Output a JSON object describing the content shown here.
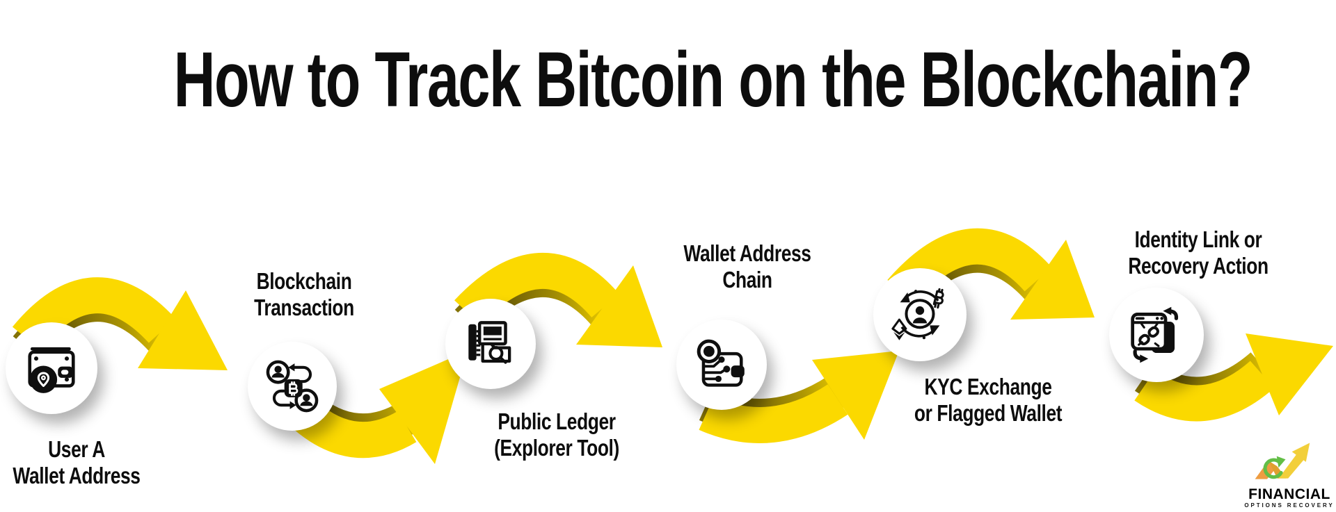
{
  "title": "How to Track Bitcoin on the Blockchain?",
  "steps": [
    {
      "icon": "wallet-location-icon",
      "lines": [
        "User A",
        "Wallet Address"
      ]
    },
    {
      "icon": "bitcoin-transaction-icon",
      "lines": [
        "Blockchain",
        "Transaction"
      ]
    },
    {
      "icon": "public-ledger-explorer-icon",
      "lines": [
        "Public Ledger",
        "(Explorer Tool)"
      ]
    },
    {
      "icon": "wallet-address-chain-icon",
      "lines": [
        "Wallet Address",
        "Chain"
      ]
    },
    {
      "icon": "kyc-exchange-icon",
      "lines": [
        "KYC Exchange",
        "or Flagged Wallet"
      ]
    },
    {
      "icon": "identity-link-icon",
      "lines": [
        "Identity Link or",
        "Recovery Action"
      ]
    }
  ],
  "logo": {
    "brand": "FINANCIAL",
    "tagline": "OPTIONS RECOVERY"
  },
  "colors": {
    "arrow_yellow": "#FBD900",
    "arrow_shade": "#6B5C06",
    "text": "#0D0D0D",
    "logo_green": "#62BE46",
    "logo_orange": "#EE9C41",
    "logo_gold": "#DFA02F",
    "logo_yellow": "#F2CF3A"
  }
}
